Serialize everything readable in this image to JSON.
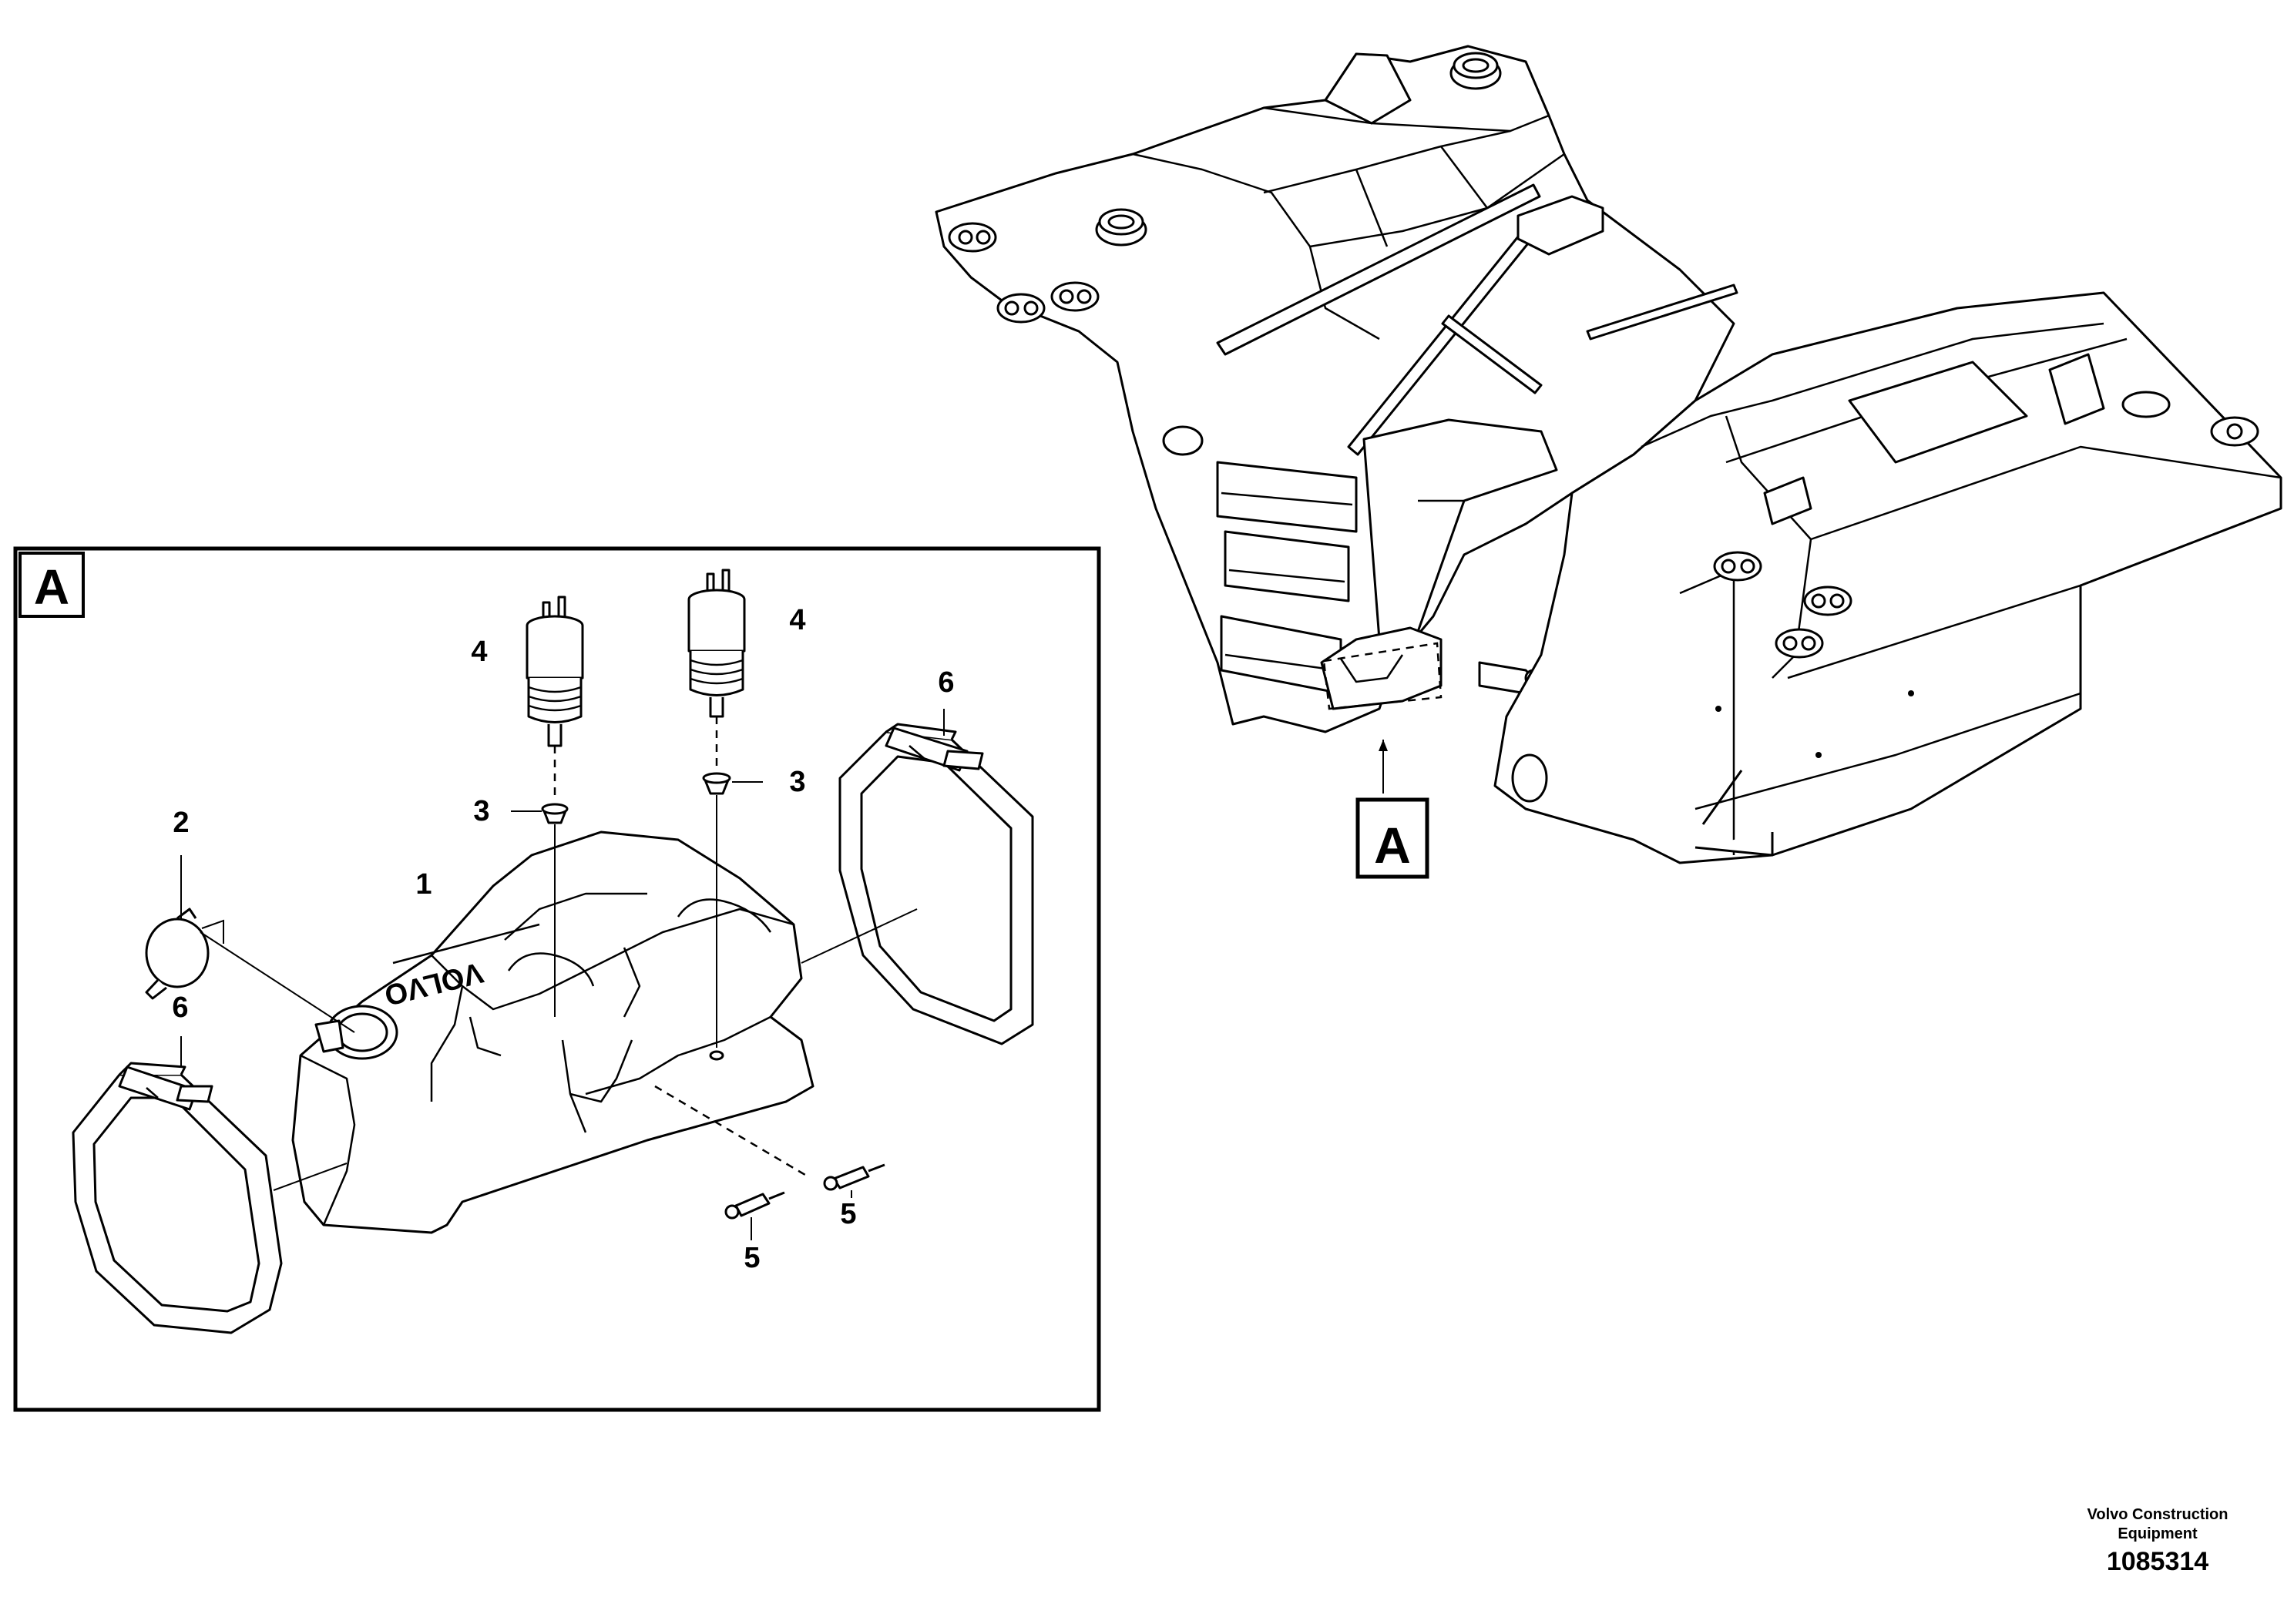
{
  "detail_view": {
    "label": "A"
  },
  "reference_marker": {
    "label": "A"
  },
  "callouts": [
    {
      "id": "c1",
      "label": "1"
    },
    {
      "id": "c2",
      "label": "2"
    },
    {
      "id": "c3a",
      "label": "3"
    },
    {
      "id": "c3b",
      "label": "3"
    },
    {
      "id": "c4a",
      "label": "4"
    },
    {
      "id": "c4b",
      "label": "4"
    },
    {
      "id": "c5a",
      "label": "5"
    },
    {
      "id": "c5b",
      "label": "5"
    },
    {
      "id": "c6a",
      "label": "6"
    },
    {
      "id": "c6b",
      "label": "6"
    }
  ],
  "tank_logo": "VOLVO",
  "brand": {
    "line1": "Volvo Construction",
    "line2": "Equipment",
    "illustration_number": "1085314"
  }
}
